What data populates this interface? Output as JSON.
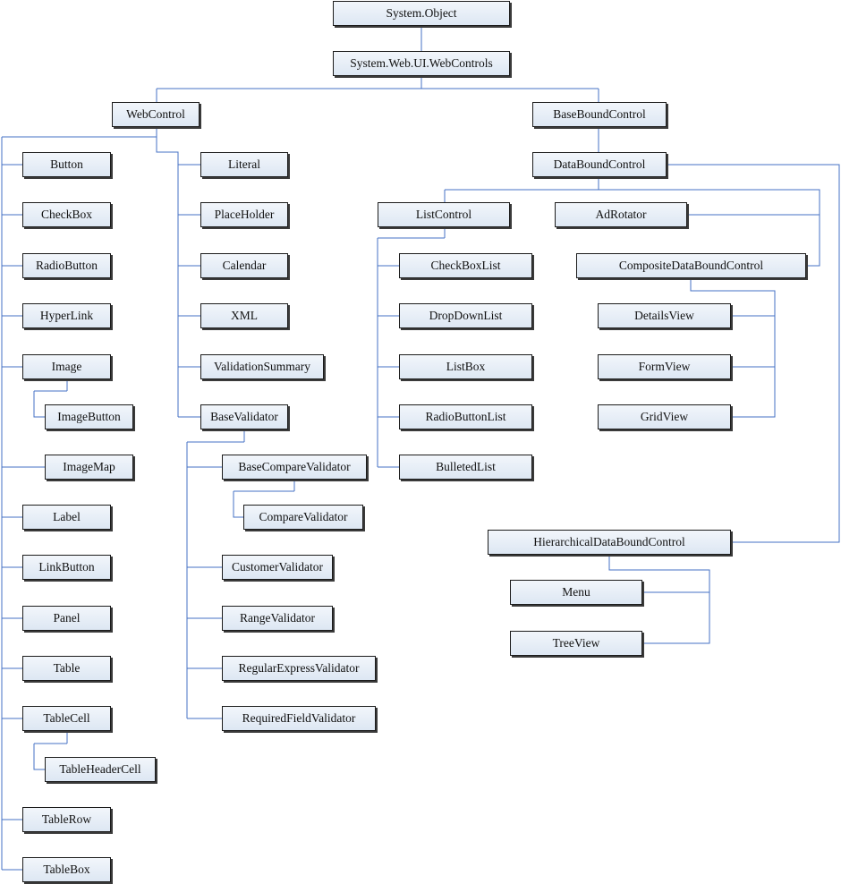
{
  "diagram": {
    "line_color": "#4472c4",
    "box_fill": "#e4ecf6",
    "nodes": {
      "system_object": "System.Object",
      "webcontrols_ns": "System.Web.UI.WebControls",
      "webcontrol": "WebControl",
      "baseboundcontrol": "BaseBoundControl",
      "button": "Button",
      "checkbox": "CheckBox",
      "radiobutton": "RadioButton",
      "hyperlink": "HyperLink",
      "image": "Image",
      "imagebutton": "ImageButton",
      "imagemap": "ImageMap",
      "label": "Label",
      "linkbutton": "LinkButton",
      "panel": "Panel",
      "table": "Table",
      "tablecell": "TableCell",
      "tableheadercell": "TableHeaderCell",
      "tablerow": "TableRow",
      "tablebox": "TableBox",
      "literal": "Literal",
      "placeholder": "PlaceHolder",
      "calendar": "Calendar",
      "xml": "XML",
      "validationsummary": "ValidationSummary",
      "basevalidator": "BaseValidator",
      "basecomparevalidator": "BaseCompareValidator",
      "comparevalidator": "CompareValidator",
      "customervalidator": "CustomerValidator",
      "rangevalidator": "RangeValidator",
      "regularexpressvalidator": "RegularExpressValidator",
      "requiredfieldvalidator": "RequiredFieldValidator",
      "databoundcontrol": "DataBoundControl",
      "listcontrol": "ListControl",
      "adrotator": "AdRotator",
      "checkboxlist": "CheckBoxList",
      "dropdownlist": "DropDownList",
      "listbox": "ListBox",
      "radiobuttonlist": "RadioButtonList",
      "bulletedlist": "BulletedList",
      "compositedataboundcontrol": "CompositeDataBoundControl",
      "detailsview": "DetailsView",
      "formview": "FormView",
      "gridview": "GridView",
      "hierarchicaldataboundcontrol": "HierarchicalDataBoundControl",
      "menu": "Menu",
      "treeview": "TreeView"
    }
  }
}
